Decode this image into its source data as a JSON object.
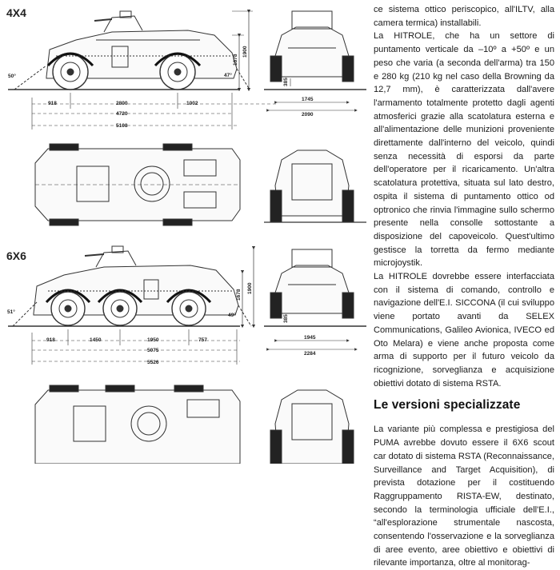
{
  "sections": {
    "top_label": "4X4",
    "bottom_label": "6X6"
  },
  "dims_4x4": {
    "angle_front": "50°",
    "angle_rear": "47°",
    "height_hull": "1678",
    "height_total": "1900",
    "ground": "385",
    "rear_overhang": "918",
    "wheelbase": "2800",
    "front_overhang": "1002",
    "hull_length": "4720",
    "total_length": "5108",
    "track": "1745",
    "total_width": "2090"
  },
  "dims_6x6": {
    "angle_front": "51°",
    "angle_rear": "49°",
    "height_hull": "1678",
    "height_total": "1900",
    "ground": "385",
    "rear_overhang": "918",
    "axle_1": "1450",
    "axle_2": "1950",
    "front_overhang": "757",
    "hull_length": "5075",
    "total_length": "5526",
    "track": "1945",
    "total_width": "2284"
  },
  "article": {
    "p1": "ce sistema ottico periscopico, all'ILTV, alla camera termica) installabili.",
    "p2": "La HITROLE, che ha un settore di puntamento verticale da –10º a +50º e un peso che varia (a seconda dell'arma) tra 150 e 280 kg (210 kg nel caso della Browning da 12,7 mm), è caratterizzata dall'avere l'armamento totalmente protetto dagli agenti atmosferici grazie alla scatolatura esterna e all'alimentazione delle munizioni proveniente direttamente dall'interno del veicolo, quindi senza necessità di esporsi da parte dell'operatore per il ricaricamento. Un'altra scatolatura protettiva, situata sul lato destro, ospita il sistema di puntamento ottico od optronico che rinvia l'immagine sullo schermo presente nella consolle sottostante a disposizione del capoveicolo. Quest'ultimo gestisce la torretta da fermo mediante microjoystik.",
    "p3": "La HITROLE dovrebbe essere interfacciata con il sistema di comando, controllo e navigazione dell'E.I. SICCONA (il cui sviluppo viene portato avanti da SELEX Communications, Galileo Avionica, IVECO ed Oto Melara) e viene anche proposta come arma di supporto per il futuro veicolo da ricognizione, sorveglianza e acquisizione obiettivi dotato di sistema RSTA.",
    "heading": "Le versioni specializzate",
    "p4": "La variante più complessa e prestigiosa del PUMA avrebbe dovuto essere il 6X6 scout car dotato di sistema RSTA (Reconnaissance, Surveillance and Target Acquisition), di prevista dotazione per il costituendo Raggruppamento RISTA-EW, destinato, secondo la terminologia ufficiale dell'E.I., “all'esplorazione strumentale nascosta, consentendo l'osservazione e la sorveglianza di aree evento, aree obiettivo e obiettivi di rilevante importanza, oltre al monitorag-"
  }
}
